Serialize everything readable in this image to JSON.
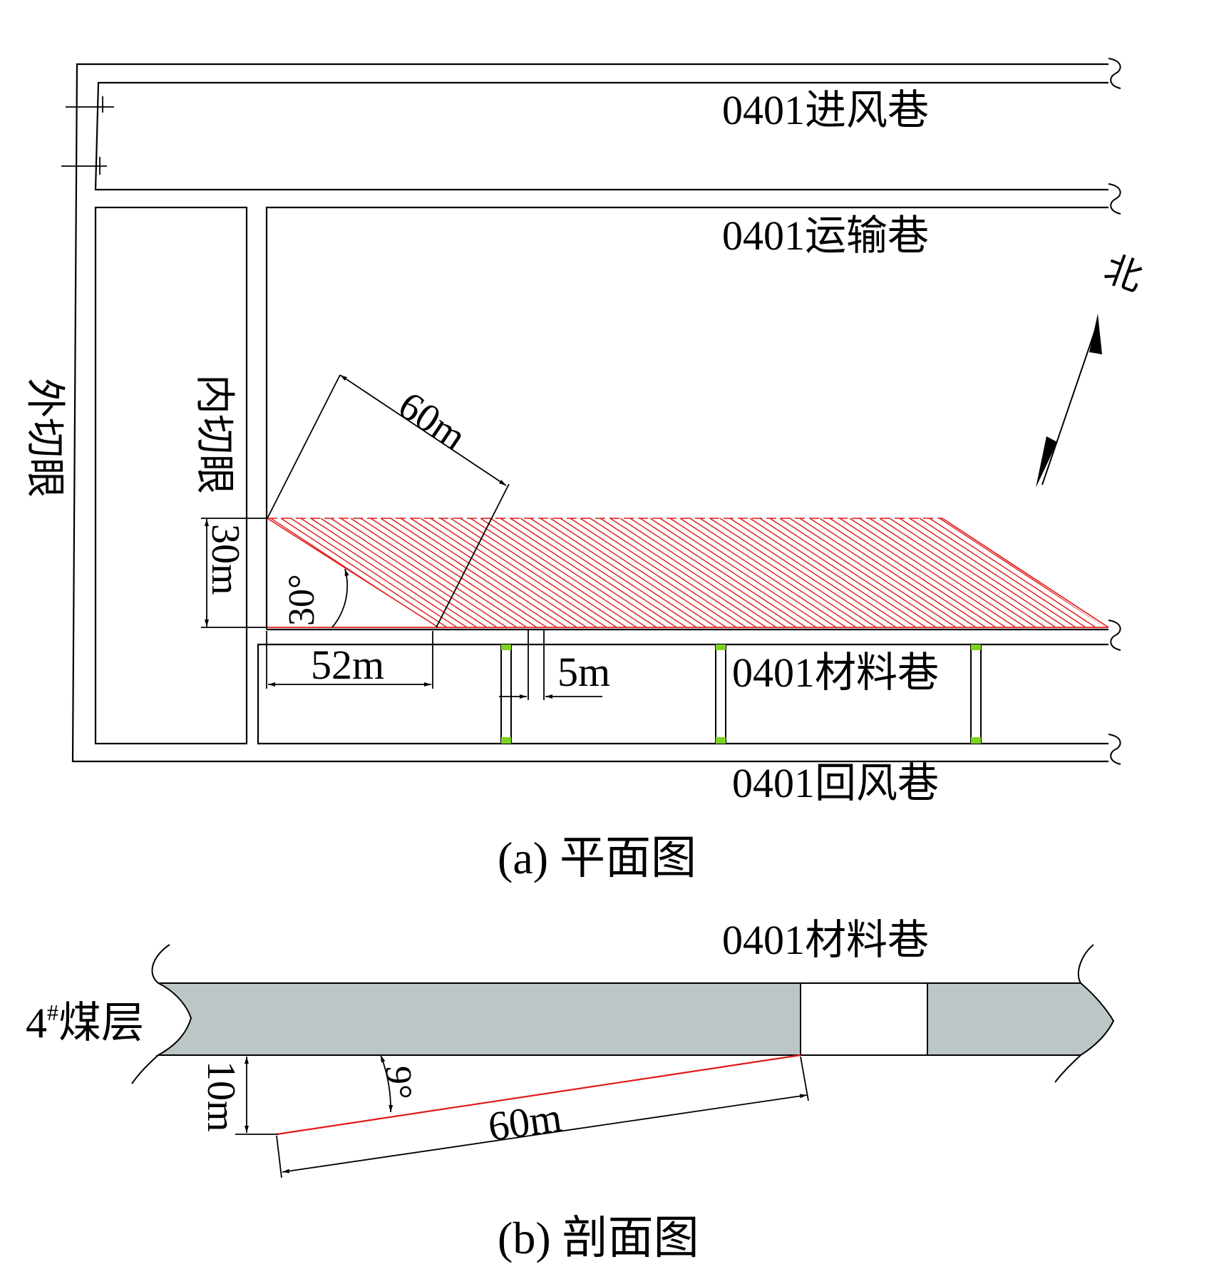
{
  "colors": {
    "line": "#000000",
    "hatch": "#e11a1a",
    "seam": "#bcc6c7",
    "marker": "#7ed321"
  },
  "plan": {
    "caption": "(a) 平面图",
    "north_label": "北",
    "roadways": {
      "intake": "0401进风巷",
      "transport": "0401运输巷",
      "material": "0401材料巷",
      "return": "0401回风巷",
      "outer_cut": "外切眼",
      "inner_cut": "内切眼"
    },
    "dimensions": {
      "length_60": "60m",
      "length_52": "52m",
      "length_5": "5m",
      "height_30": "30m",
      "angle_30": "30°"
    }
  },
  "section": {
    "caption": "(b) 剖面图",
    "roadway": "0401材料巷",
    "seam_label_main": "4",
    "seam_label_sup": "#",
    "seam_label_rest": "煤层",
    "dimensions": {
      "length_60": "60m",
      "depth_10": "10m",
      "angle_9": "9°"
    }
  }
}
